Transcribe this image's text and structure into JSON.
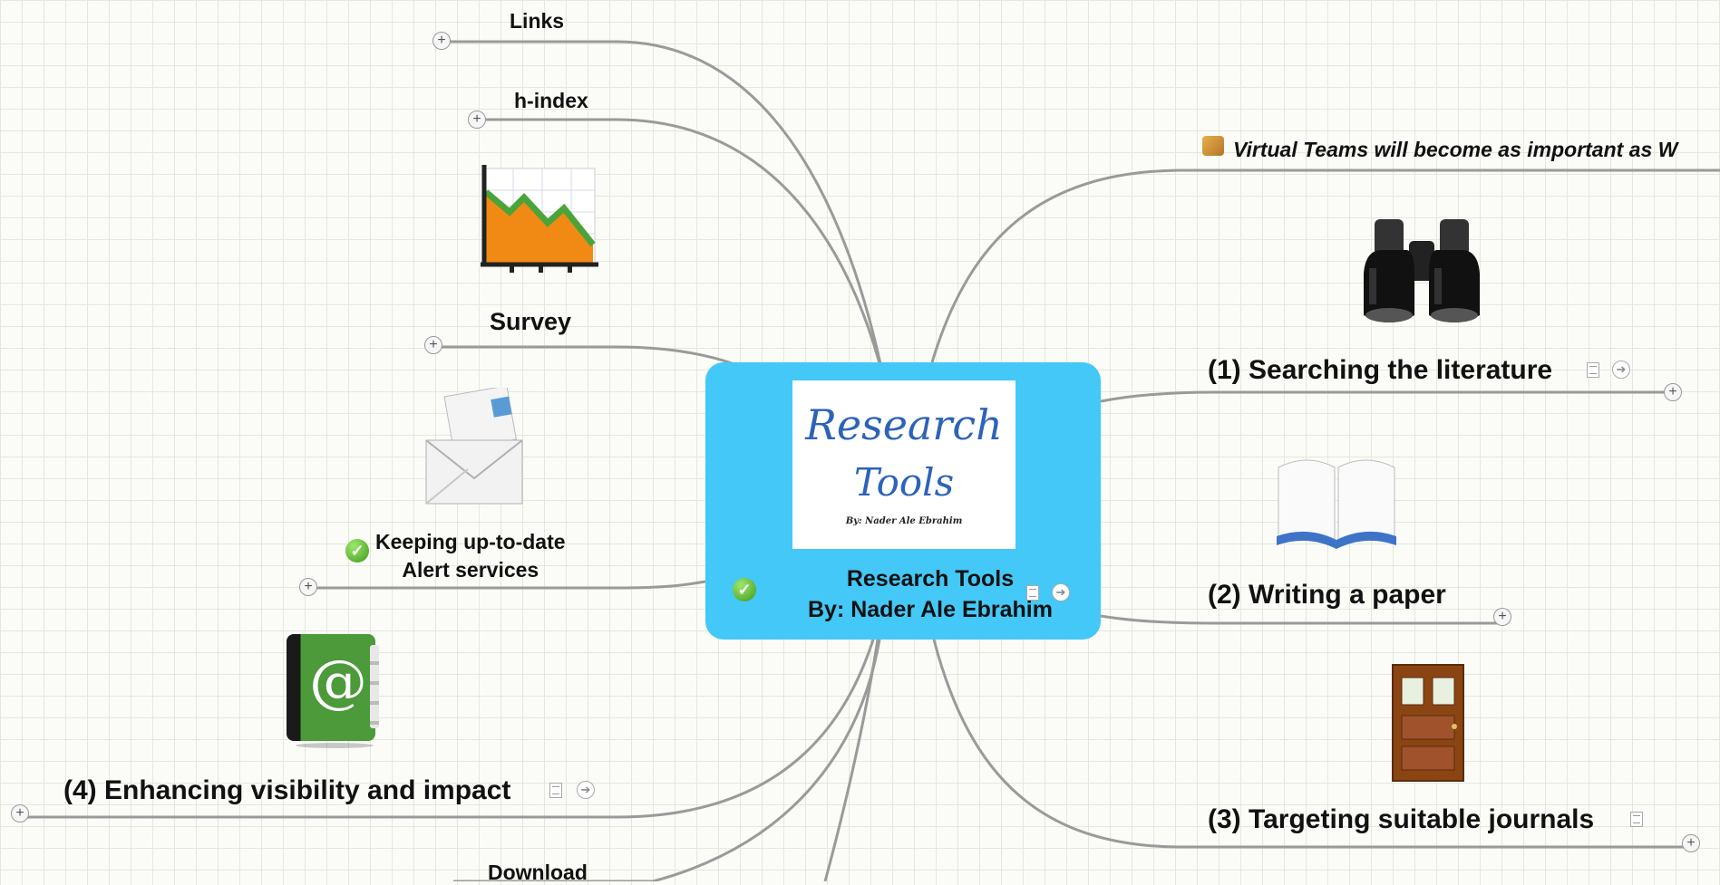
{
  "central": {
    "image_line1": "Research",
    "image_line2": "Tools",
    "image_byline": "By: Nader Ale Ebrahim",
    "title_line1": "Research Tools",
    "title_line2": "By: Nader Ale Ebrahim"
  },
  "topics_left": {
    "links": "Links",
    "h_index": "h-index",
    "survey": "Survey",
    "keeping_line1": "Keeping up-to-date",
    "keeping_line2": "Alert services",
    "enhancing": "(4) Enhancing visibility and impact",
    "download": "Download"
  },
  "topics_right": {
    "virtual_teams": "Virtual Teams will become as important as W",
    "searching": "(1) Searching the literature",
    "writing": "(2) Writing a paper",
    "targeting": "(3) Targeting suitable journals"
  },
  "icons": {
    "expand": "+",
    "arrow": "➔",
    "check": "✓",
    "book_address": "@"
  },
  "colors": {
    "central_bg": "#43c8f7",
    "connector": "#9a9a9a"
  }
}
